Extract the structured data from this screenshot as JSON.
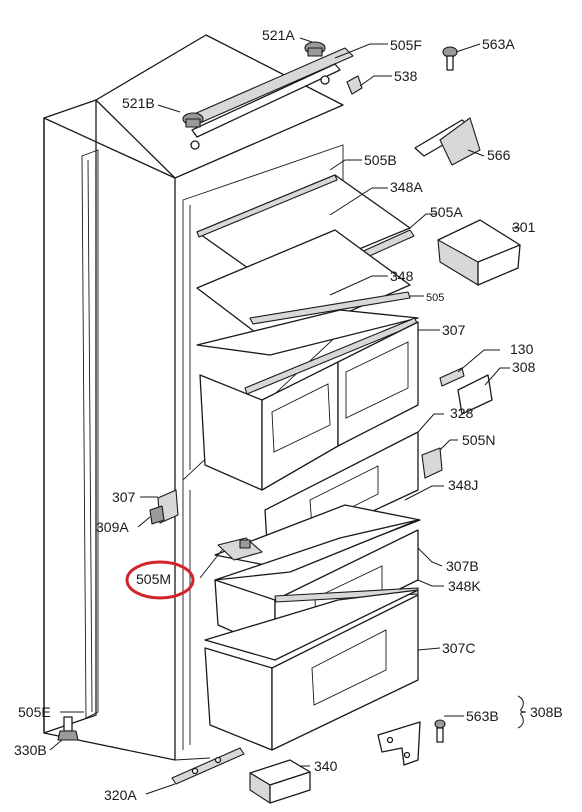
{
  "labels": {
    "l521A": "521A",
    "l505F": "505F",
    "l563A": "563A",
    "l538": "538",
    "l521B": "521B",
    "l566": "566",
    "l505B": "505B",
    "l348A": "348A",
    "l505A": "505A",
    "l301": "301",
    "l348": "348",
    "l505": "505",
    "l307": "307",
    "l130": "130",
    "l308": "308",
    "l328": "328",
    "l505N": "505N",
    "l307b": "307",
    "l309A": "309A",
    "l348J": "348J",
    "l505M": "505M",
    "l307B": "307B",
    "l348K": "348K",
    "l307C": "307C",
    "l308B": "308B",
    "l505E": "505E",
    "l563B": "563B",
    "l330B": "330B",
    "l340": "340",
    "l320A": "320A"
  },
  "highlight_color": "#d2232a"
}
